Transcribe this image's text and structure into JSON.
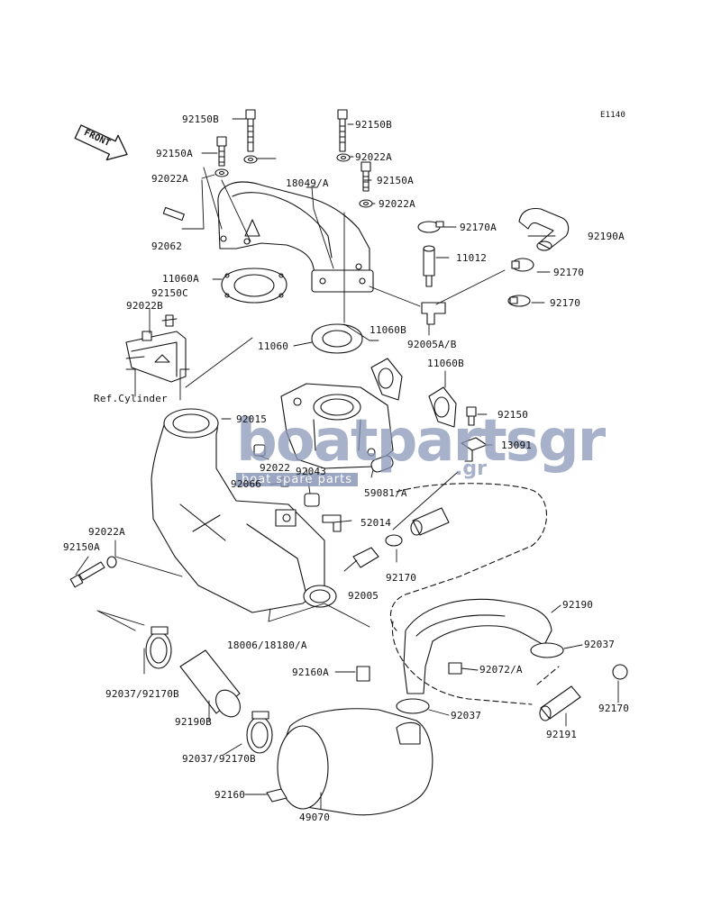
{
  "diagram_code": "E1140",
  "front_label": "FRONT",
  "ref_label": "Ref.Cylinder",
  "watermark": {
    "main": "boatpartsgr",
    "tld": ".gr",
    "subtitle": "boat spare parts"
  },
  "parts": [
    "92150B",
    "92150A",
    "92022A",
    "92062",
    "11060A",
    "92150C",
    "92022B",
    "18049/A",
    "92150B",
    "92022A",
    "92150A",
    "92022A",
    "92170A",
    "92190A",
    "11012",
    "92170",
    "92170",
    "92005A/B",
    "11060",
    "11060B",
    "11060B",
    "92015",
    "92150",
    "13091",
    "92022",
    "92043",
    "59081/A",
    "92066",
    "52014",
    "92022A",
    "92150A",
    "92170",
    "92005",
    "92190",
    "18006/18180/A",
    "92037",
    "92072/A",
    "92037/92170B",
    "92160A",
    "92190B",
    "92037",
    "92170",
    "92191",
    "92037/92170B",
    "92160",
    "49070"
  ]
}
